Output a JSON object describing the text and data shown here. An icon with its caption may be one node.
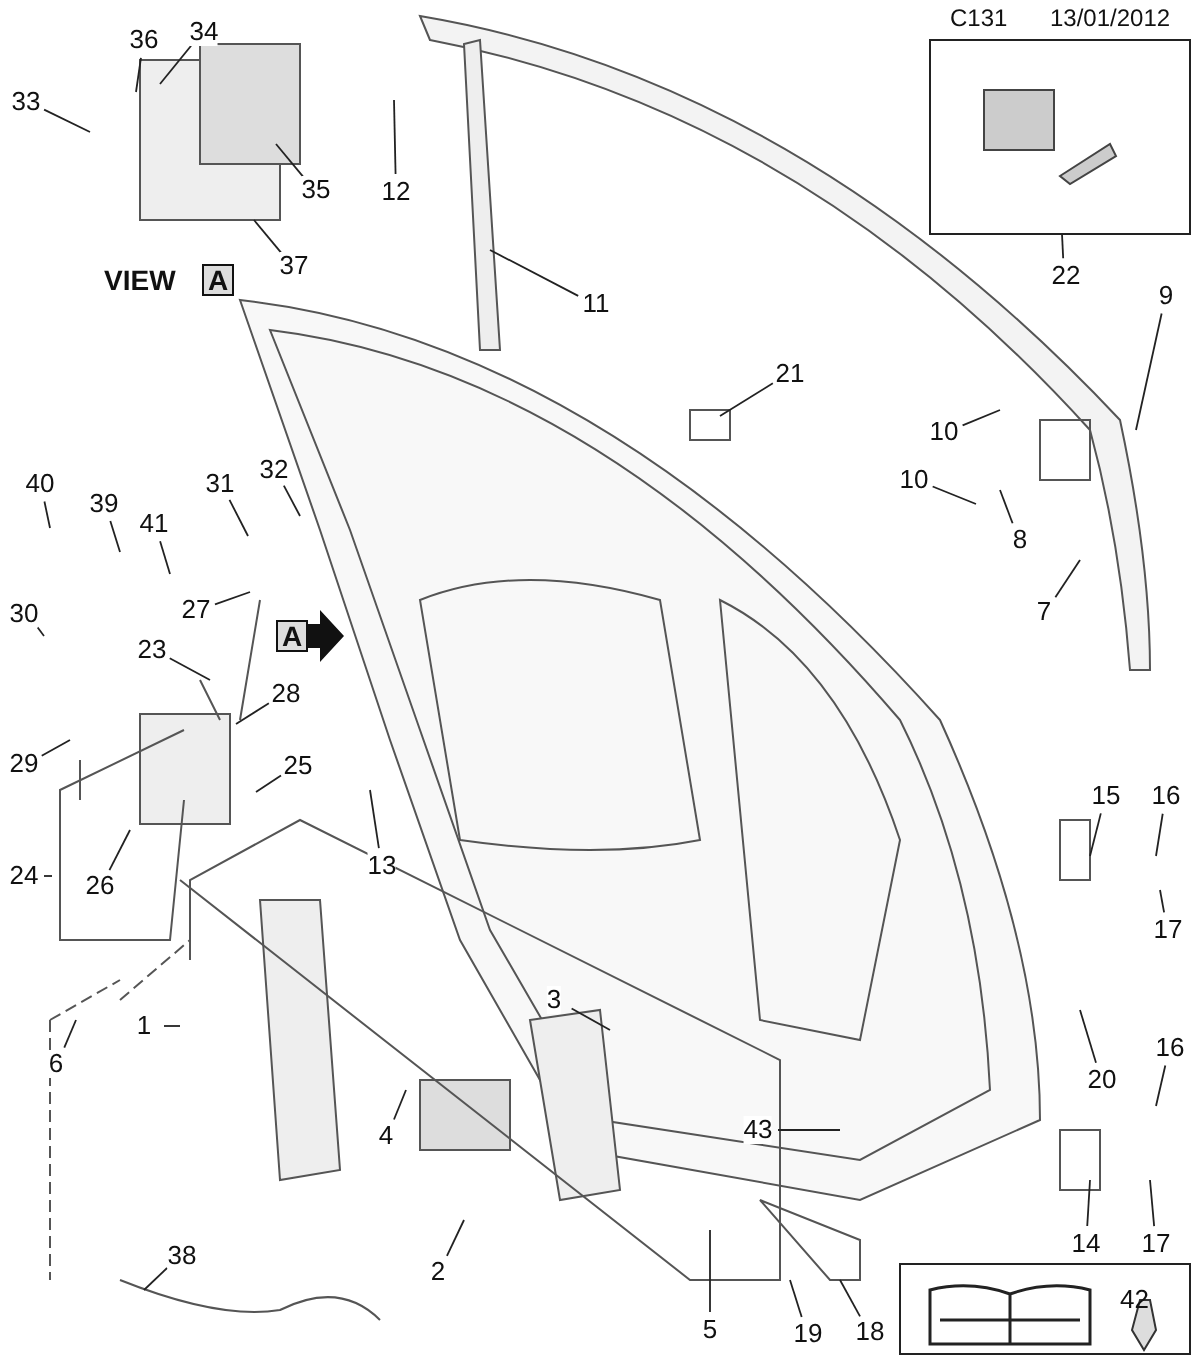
{
  "diagram": {
    "nodes": [
      {
        "text": [
          "36"
        ]
      },
      {
        "text": [
          "34"
        ]
      },
      {
        "text": [
          "33"
        ]
      },
      {
        "text": [
          "35"
        ]
      },
      {
        "text": [
          "37"
        ]
      },
      {
        "text": [
          "12"
        ]
      },
      {
        "text": [
          "11"
        ]
      },
      {
        "text": [
          "22"
        ]
      },
      {
        "text": [
          "9"
        ]
      },
      {
        "text": [
          "21"
        ]
      },
      {
        "text": [
          "10"
        ]
      },
      {
        "text": [
          "10"
        ]
      },
      {
        "text": [
          "8"
        ]
      },
      {
        "text": [
          "7"
        ]
      },
      {
        "text": [
          "40"
        ]
      },
      {
        "text": [
          "39"
        ]
      },
      {
        "text": [
          "41"
        ]
      },
      {
        "text": [
          "31"
        ]
      },
      {
        "text": [
          "32"
        ]
      },
      {
        "text": [
          "27"
        ]
      },
      {
        "text": [
          "30"
        ]
      },
      {
        "text": [
          "23"
        ]
      },
      {
        "text": [
          "28"
        ]
      },
      {
        "text": [
          "29"
        ]
      },
      {
        "text": [
          "25"
        ]
      },
      {
        "text": [
          "24"
        ]
      },
      {
        "text": [
          "26"
        ]
      },
      {
        "text": [
          "13"
        ]
      },
      {
        "text": [
          "15"
        ]
      },
      {
        "text": [
          "16"
        ]
      },
      {
        "text": [
          "17"
        ]
      },
      {
        "text": [
          "1"
        ]
      },
      {
        "text": [
          "6"
        ]
      },
      {
        "text": [
          "3"
        ]
      },
      {
        "text": [
          "4"
        ]
      },
      {
        "text": [
          "20"
        ]
      },
      {
        "text": [
          "16"
        ]
      },
      {
        "text": [
          "43"
        ]
      },
      {
        "text": [
          "2"
        ]
      },
      {
        "text": [
          "38"
        ]
      },
      {
        "text": [
          "14"
        ]
      },
      {
        "text": [
          "17"
        ]
      },
      {
        "text": [
          "5"
        ]
      },
      {
        "text": [
          "19"
        ]
      },
      {
        "text": [
          "18"
        ]
      },
      {
        "text": [],
        "shape": "box"
      }
    ],
    "edges": [
      {
        "from": 0,
        "to": null,
        "arrow": "none"
      },
      {
        "from": 1,
        "to": null,
        "arrow": "none"
      },
      {
        "from": 2,
        "to": null,
        "arrow": "none"
      },
      {
        "from": 3,
        "to": null,
        "arrow": "none"
      },
      {
        "from": 4,
        "to": null,
        "arrow": "none"
      },
      {
        "from": 5,
        "to": null,
        "arrow": "none"
      },
      {
        "from": 6,
        "to": null,
        "arrow": "none"
      },
      {
        "from": 7,
        "to": 45,
        "arrow": "none"
      },
      {
        "from": 8,
        "to": null,
        "arrow": "none"
      },
      {
        "from": 9,
        "to": null,
        "arrow": "none"
      },
      {
        "from": 10,
        "to": null,
        "arrow": "none"
      },
      {
        "from": 11,
        "to": null,
        "arrow": "none"
      },
      {
        "from": 12,
        "to": null,
        "arrow": "none"
      },
      {
        "from": 13,
        "to": null,
        "arrow": "none"
      },
      {
        "from": 14,
        "to": null,
        "arrow": "none"
      },
      {
        "from": 15,
        "to": null,
        "arrow": "none"
      },
      {
        "from": 16,
        "to": null,
        "arrow": "none"
      },
      {
        "from": 17,
        "to": null,
        "arrow": "none"
      },
      {
        "from": 18,
        "to": null,
        "arrow": "none"
      },
      {
        "from": 19,
        "to": null,
        "arrow": "none"
      },
      {
        "from": 20,
        "to": null,
        "arrow": "none"
      },
      {
        "from": 21,
        "to": null,
        "arrow": "none"
      },
      {
        "from": 22,
        "to": null,
        "arrow": "none"
      },
      {
        "from": 23,
        "to": null,
        "arrow": "none"
      },
      {
        "from": 24,
        "to": null,
        "arrow": "none"
      },
      {
        "from": 25,
        "to": null,
        "arrow": "none"
      },
      {
        "from": 26,
        "to": null,
        "arrow": "none"
      },
      {
        "from": 27,
        "to": null,
        "arrow": "none"
      },
      {
        "from": 28,
        "to": null,
        "arrow": "none"
      },
      {
        "from": 29,
        "to": null,
        "arrow": "none"
      },
      {
        "from": 30,
        "to": null,
        "arrow": "none"
      },
      {
        "from": 31,
        "to": null,
        "arrow": "none"
      },
      {
        "from": 32,
        "to": null,
        "arrow": "none"
      },
      {
        "from": 33,
        "to": null,
        "arrow": "none"
      },
      {
        "from": 34,
        "to": null,
        "arrow": "none"
      },
      {
        "from": 35,
        "to": null,
        "arrow": "none"
      },
      {
        "from": 36,
        "to": null,
        "arrow": "none"
      },
      {
        "from": 37,
        "to": null,
        "arrow": "none"
      },
      {
        "from": 38,
        "to": null,
        "arrow": "none"
      },
      {
        "from": 39,
        "to": null,
        "arrow": "none"
      },
      {
        "from": 40,
        "to": null,
        "arrow": "none"
      },
      {
        "from": 41,
        "to": null,
        "arrow": "none"
      },
      {
        "from": 42,
        "to": null,
        "arrow": "none"
      },
      {
        "from": 43,
        "to": null,
        "arrow": "none"
      },
      {
        "from": 44,
        "to": null,
        "arrow": "none"
      }
    ],
    "labels": [
      "C131",
      "13/01/2012",
      "VIEW",
      "A",
      "A",
      "42"
    ]
  }
}
